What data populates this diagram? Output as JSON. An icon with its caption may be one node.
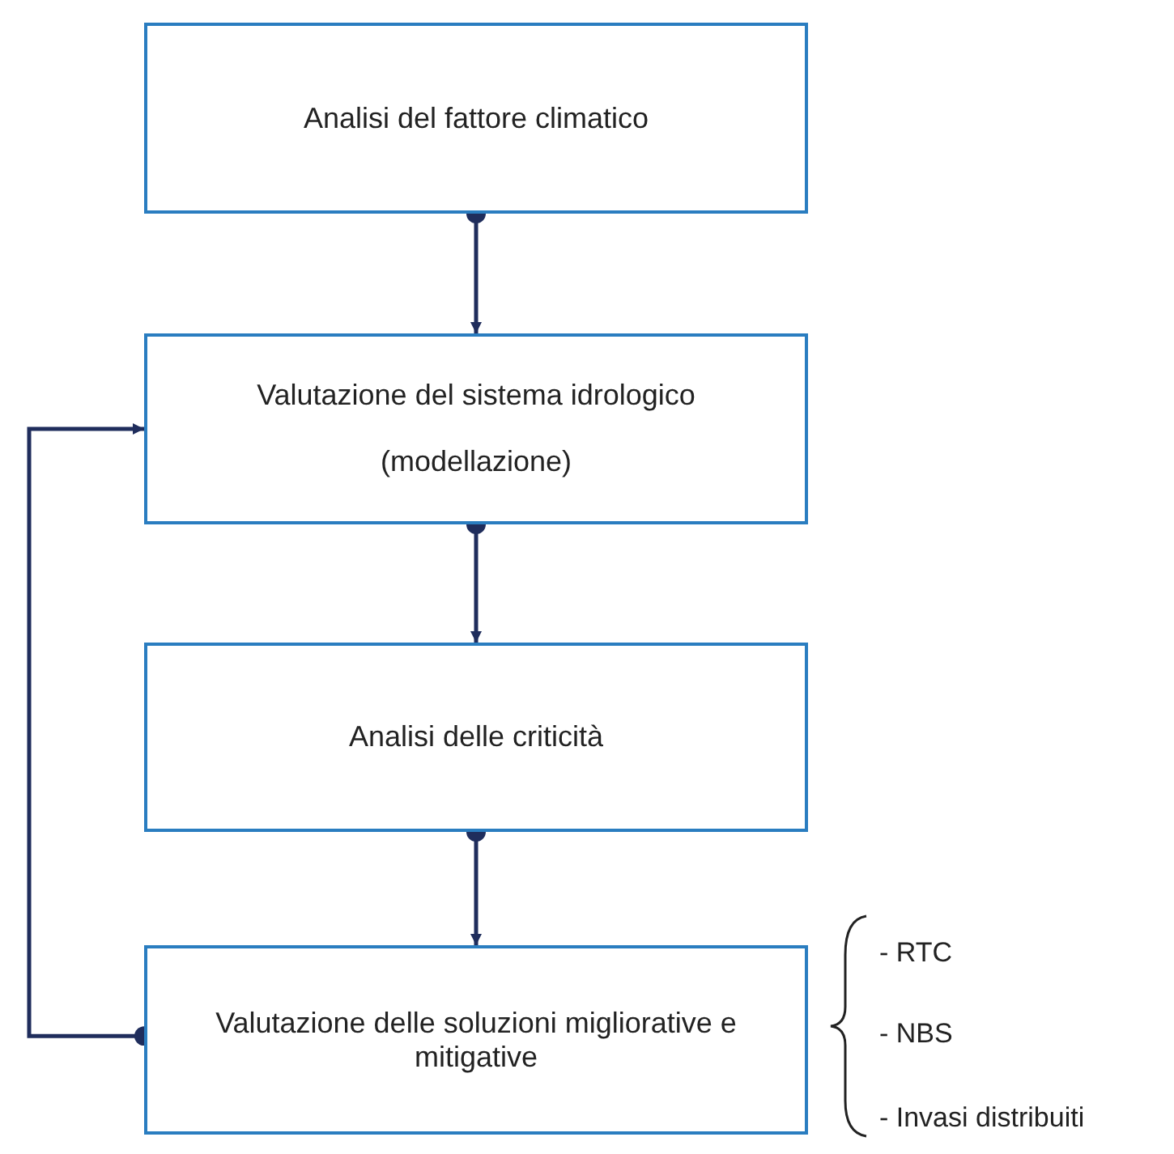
{
  "diagram": {
    "nodes": [
      {
        "text": [
          "Analisi del fattore climatico"
        ]
      },
      {
        "text": [
          "Valutazione del sistema idrologico",
          "(modellazione)"
        ]
      },
      {
        "text": [
          "Analisi delle criticità"
        ]
      },
      {
        "text": [
          "Valutazione delle soluzioni migliorative e mitigative"
        ]
      }
    ],
    "edges": [
      {
        "from": 0,
        "to": 1,
        "arrow": "to"
      },
      {
        "from": 1,
        "to": 2,
        "arrow": "to"
      },
      {
        "from": 2,
        "to": 3,
        "arrow": "to"
      },
      {
        "from": 3,
        "to": 1,
        "arrow": "to"
      }
    ],
    "labels": [
      "- RTC",
      "- NBS",
      "- Invasi distribuiti"
    ]
  }
}
